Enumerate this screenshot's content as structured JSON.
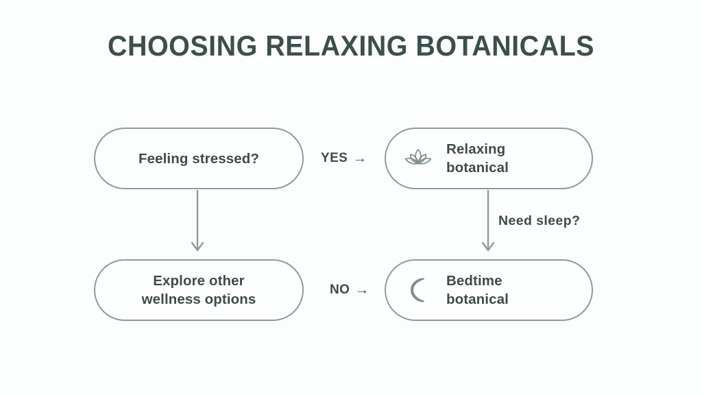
{
  "page": {
    "title": "CHOOSING RELAXING BOTANICALS",
    "background_color": "#fcfdfd",
    "text_color": "#3f4b4b",
    "title_color": "#3d4f4d",
    "node_border_color": "#8e9b9b",
    "node_fill_color": "#fdfefe",
    "connector_color": "#8e9b9b"
  },
  "chart_data": {
    "type": "diagram",
    "diagram_type": "flowchart",
    "title": "CHOOSING RELAXING BOTANICALS",
    "nodes": [
      {
        "id": "stressed",
        "label": "Feeling stressed?",
        "shape": "pill",
        "icon": null,
        "column": "left",
        "row": "top"
      },
      {
        "id": "relaxing",
        "label": "Relaxing\nbotanical",
        "shape": "pill",
        "icon": "lotus-icon",
        "column": "right",
        "row": "top"
      },
      {
        "id": "explore",
        "label": "Explore other\nwellness options",
        "shape": "pill",
        "icon": null,
        "column": "left",
        "row": "bottom"
      },
      {
        "id": "bedtime",
        "label": "Bedtime\nbotanical",
        "shape": "pill",
        "icon": "crescent-moon-icon",
        "column": "right",
        "row": "bottom"
      }
    ],
    "edges": [
      {
        "from": "stressed",
        "to": "relaxing",
        "label": "YES",
        "arrow_glyph": "→",
        "direction": "right"
      },
      {
        "from": "stressed",
        "to": "explore",
        "label": "",
        "direction": "down"
      },
      {
        "from": "relaxing",
        "to": "bedtime",
        "label": "Need sleep?",
        "direction": "down"
      },
      {
        "from": "explore",
        "to": "bedtime",
        "label": "NO",
        "arrow_glyph": "→",
        "direction": "right"
      }
    ]
  },
  "nodes": {
    "stressed": {
      "label": "Feeling stressed?"
    },
    "relaxing": {
      "label": "Relaxing\nbotanical",
      "icon": "lotus-icon"
    },
    "explore": {
      "label": "Explore other\nwellness options"
    },
    "bedtime": {
      "label": "Bedtime\nbotanical",
      "icon": "crescent-moon-icon"
    }
  },
  "labels": {
    "yes": "YES",
    "no": "NO",
    "need_sleep": "Need sleep?",
    "arrow_glyph": "→"
  }
}
